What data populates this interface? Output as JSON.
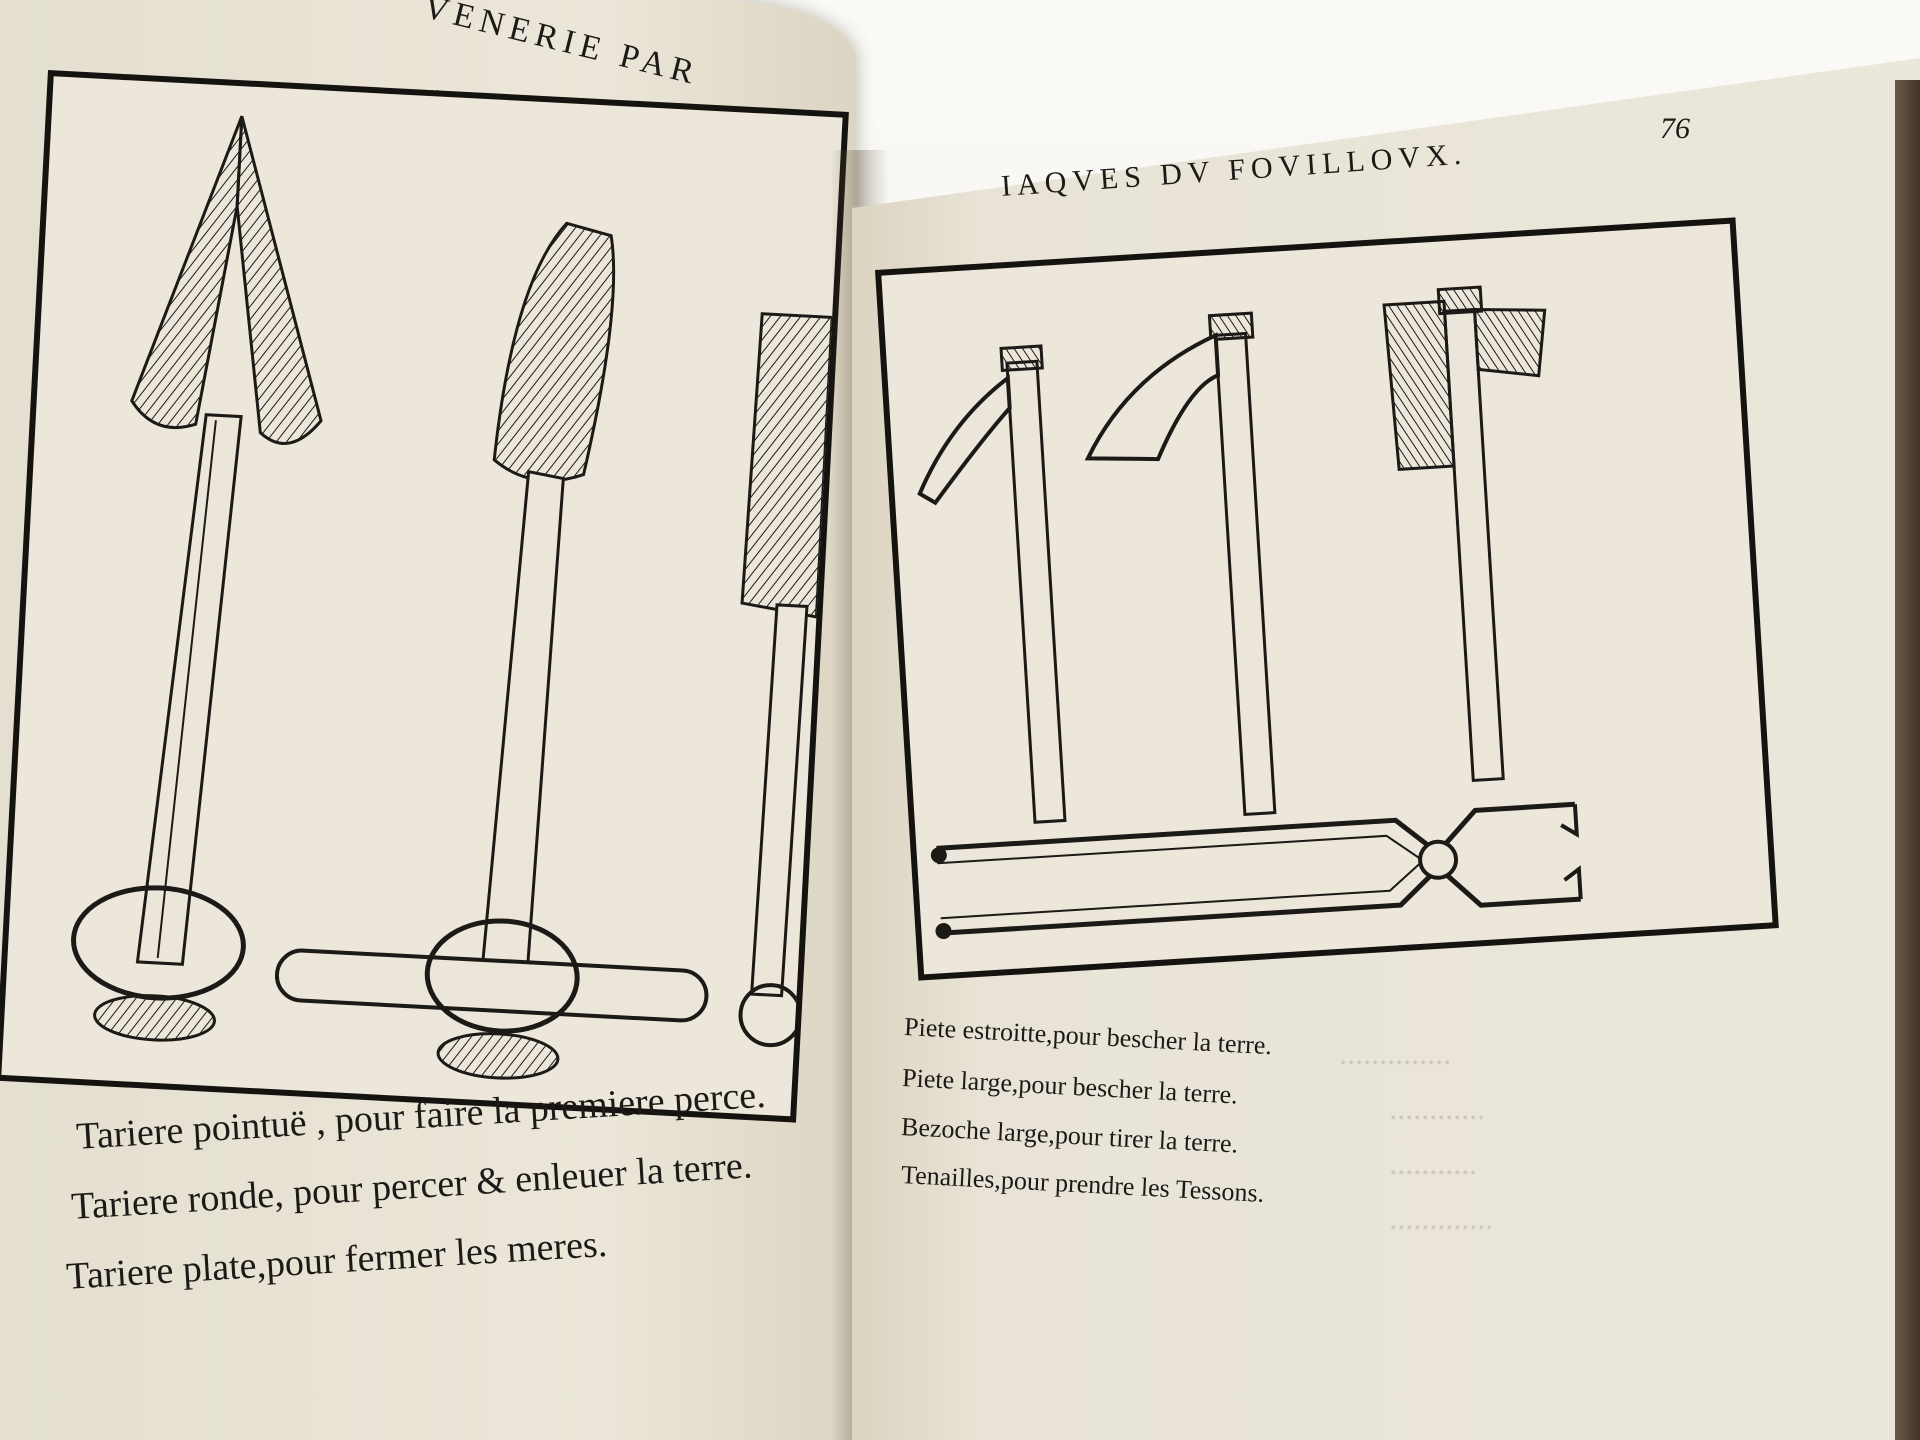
{
  "left_page": {
    "running_head": "VENERIE PAR",
    "section_title": "Les ferrements.",
    "captions": [
      "Tariere pointuë , pour faire la premiere perce.",
      "Tariere ronde, pour percer & enleuer la terre.",
      "Tariere plate,pour fermer les meres."
    ]
  },
  "right_page": {
    "page_number": "76",
    "running_head": "IAQVES DV FOVILLOVX.",
    "captions": [
      "Piete estroitte,pour bescher la terre.",
      "Piete large,pour bescher la terre.",
      "Bezoche large,pour tirer la terre.",
      "Tenailles,pour prendre les Tessons."
    ]
  }
}
